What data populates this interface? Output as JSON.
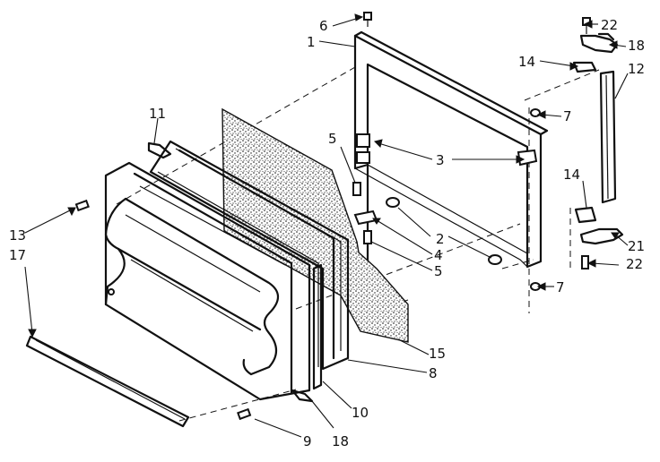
{
  "callouts": [
    {
      "id": "c1",
      "text": "1"
    },
    {
      "id": "c2",
      "text": "2"
    },
    {
      "id": "c3",
      "text": "3"
    },
    {
      "id": "c4",
      "text": "4"
    },
    {
      "id": "c5a",
      "text": "5"
    },
    {
      "id": "c5b",
      "text": "5"
    },
    {
      "id": "c6",
      "text": "6"
    },
    {
      "id": "c7a",
      "text": "7"
    },
    {
      "id": "c7b",
      "text": "7"
    },
    {
      "id": "c8",
      "text": "8"
    },
    {
      "id": "c9",
      "text": "9"
    },
    {
      "id": "c10",
      "text": "10"
    },
    {
      "id": "c11",
      "text": "11"
    },
    {
      "id": "c12",
      "text": "12"
    },
    {
      "id": "c13",
      "text": "13"
    },
    {
      "id": "c14a",
      "text": "14"
    },
    {
      "id": "c14b",
      "text": "14"
    },
    {
      "id": "c15",
      "text": "15"
    },
    {
      "id": "c17",
      "text": "17"
    },
    {
      "id": "c18a",
      "text": "18"
    },
    {
      "id": "c18b",
      "text": "18"
    },
    {
      "id": "c21",
      "text": "21"
    },
    {
      "id": "c22a",
      "text": "22"
    },
    {
      "id": "c22b",
      "text": "22"
    }
  ]
}
